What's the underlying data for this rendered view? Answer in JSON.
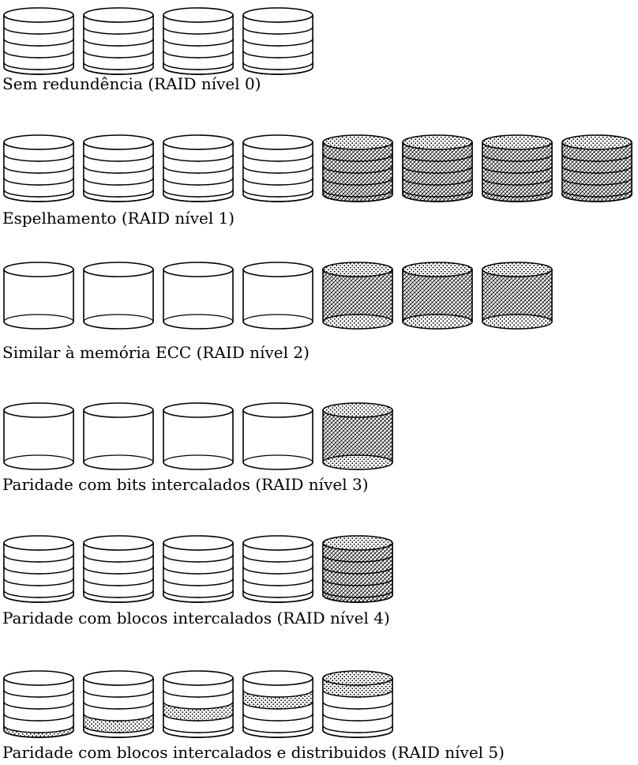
{
  "levels": [
    {
      "label": "Sem redundência (RAID nível 0)",
      "data_disks": 4,
      "extra_disks": 0,
      "style": "stacked"
    },
    {
      "label": "Espelhamento (RAID nível 1)",
      "data_disks": 4,
      "extra_disks": 4,
      "style": "stacked"
    },
    {
      "label": "Similar à memória ECC (RAID nível 2)",
      "data_disks": 4,
      "extra_disks": 3,
      "style": "plain"
    },
    {
      "label": "Paridade com bits intercalados (RAID nível 3)",
      "data_disks": 4,
      "extra_disks": 1,
      "style": "plain"
    },
    {
      "label": "Paridade com blocos intercalados (RAID nível 4)",
      "data_disks": 4,
      "extra_disks": 1,
      "style": "stacked"
    },
    {
      "label": "Paridade com blocos intercalados e distribuidos (RAID nível 5)",
      "data_disks": 5,
      "extra_disks": 0,
      "style": "stacked",
      "parity_platter_per_disk": [
        4,
        3,
        2,
        1,
        0
      ]
    }
  ]
}
